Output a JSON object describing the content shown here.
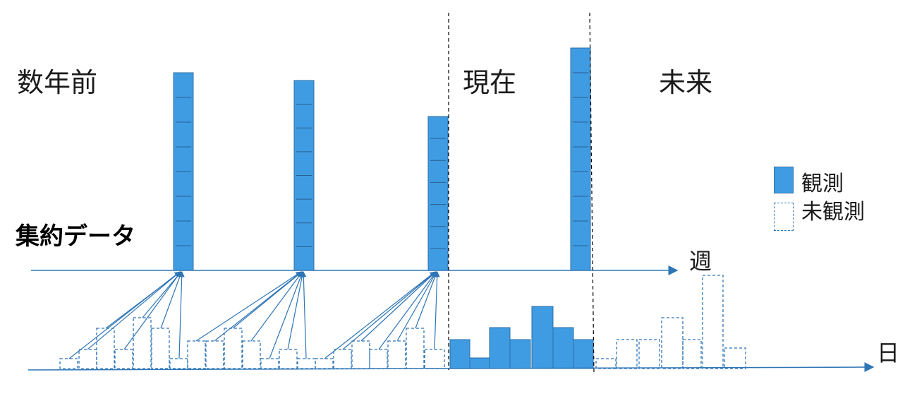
{
  "labels": {
    "past": "数年前",
    "present": "現在",
    "future": "未来",
    "aggregate": "集約データ",
    "week_axis": "週",
    "day_axis": "日"
  },
  "legend": {
    "observed": "観測",
    "unobserved": "未観測"
  },
  "colors": {
    "observed_fill": "#3f9ce3",
    "observed_stroke": "#2e6ea5",
    "unobserved_stroke": "#2e75b6",
    "axis": "#2e75b6",
    "divider": "#000000"
  }
}
